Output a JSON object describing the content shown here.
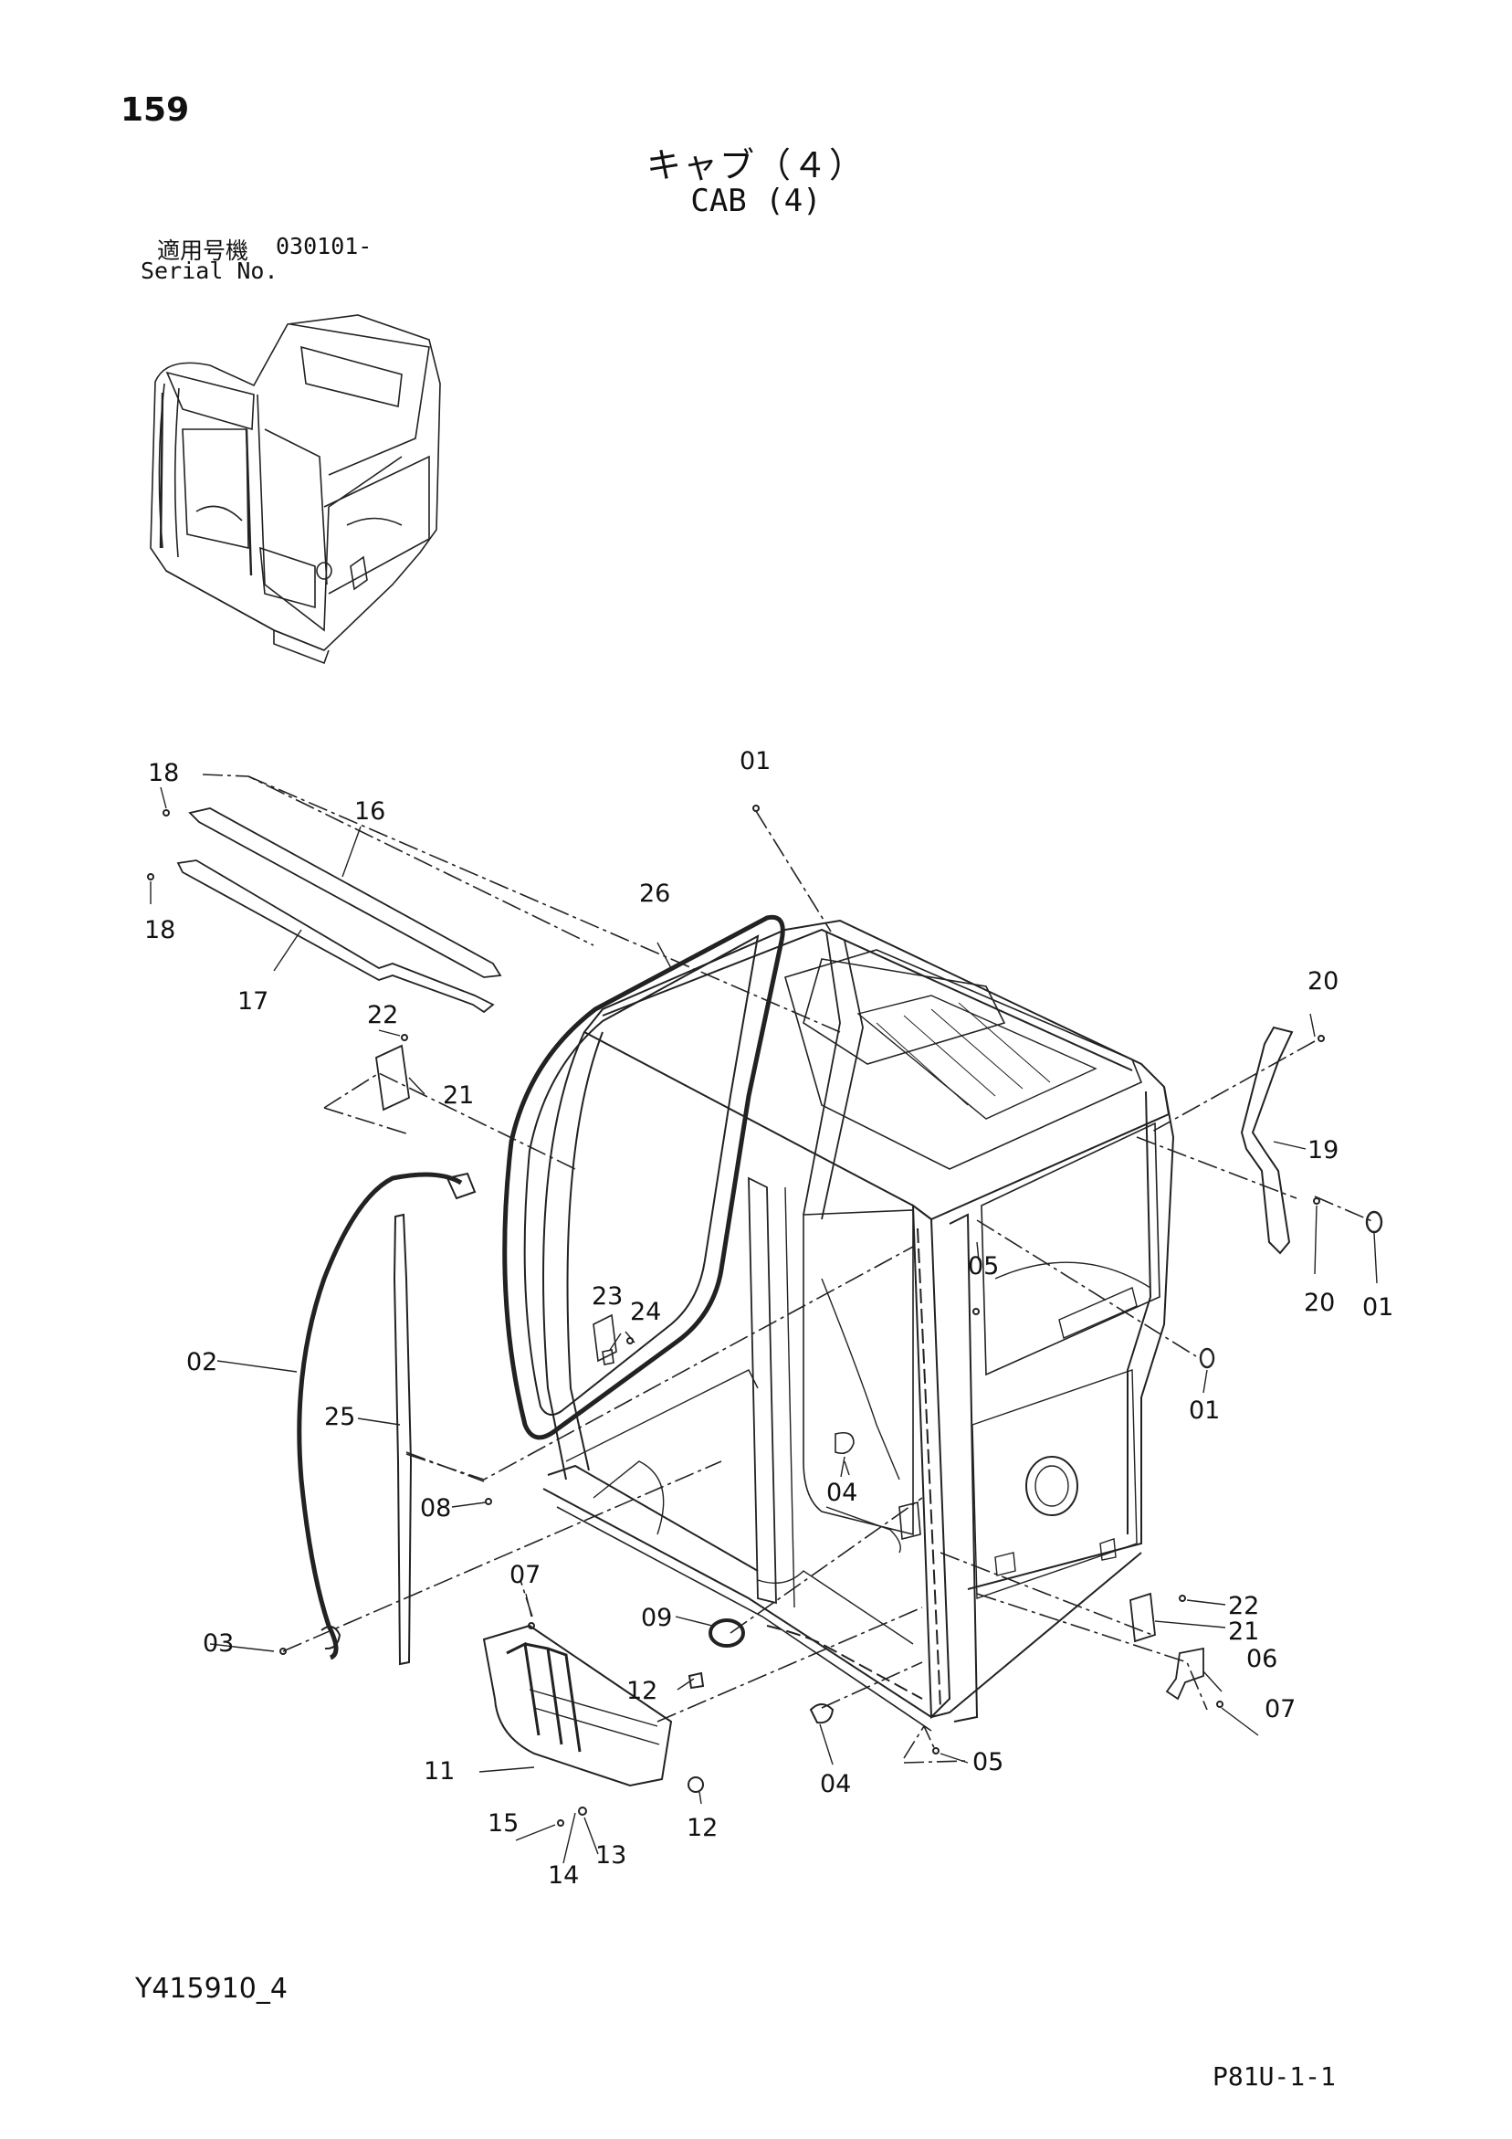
{
  "page": {
    "number": "159",
    "title_jp": "キャブ（４）",
    "title_en": "CAB (4)",
    "serial_label_jp": "適用号機",
    "serial_value": "030101-",
    "serial_label_en": "Serial No.",
    "drawing_number": "Y415910_4",
    "page_code": "P81U-1-1"
  },
  "callouts": {
    "c01a": "01",
    "c01b": "01",
    "c01c": "01",
    "c02": "02",
    "c03": "03",
    "c04a": "04",
    "c04b": "04",
    "c05a": "05",
    "c05b": "05",
    "c06": "06",
    "c07a": "07",
    "c07b": "07",
    "c08": "08",
    "c09": "09",
    "c11": "11",
    "c12a": "12",
    "c12b": "12",
    "c13": "13",
    "c14": "14",
    "c15": "15",
    "c16": "16",
    "c17": "17",
    "c18a": "18",
    "c18b": "18",
    "c19": "19",
    "c20a": "20",
    "c20b": "20",
    "c21a": "21",
    "c21b": "21",
    "c22a": "22",
    "c22b": "22",
    "c23": "23",
    "c24": "24",
    "c25": "25",
    "c26": "26"
  }
}
